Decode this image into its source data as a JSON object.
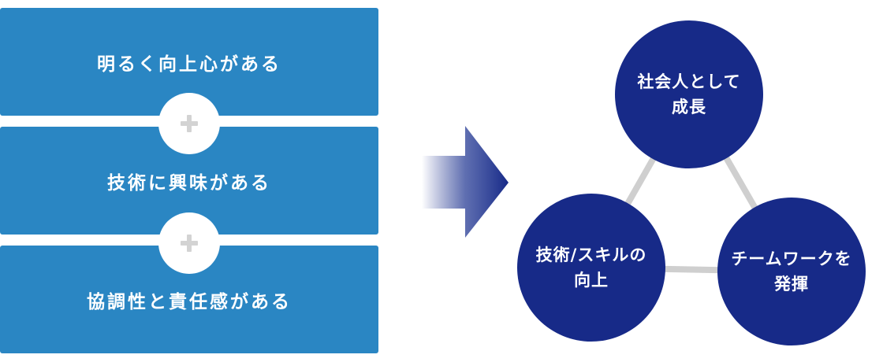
{
  "left_boxes": [
    {
      "label": "明るく向上心がある"
    },
    {
      "label": "技術に興味がある"
    },
    {
      "label": "協調性と責任感がある"
    }
  ],
  "circles": [
    {
      "label": "社会人として\n成長"
    },
    {
      "label": "技術/スキルの\n向上"
    },
    {
      "label": "チームワークを\n発揮"
    }
  ],
  "colors": {
    "box_blue": "#2a86c3",
    "circle_navy": "#172a88",
    "plus_gray": "#d3d3d3",
    "connector_gray": "#cfcfcf"
  }
}
